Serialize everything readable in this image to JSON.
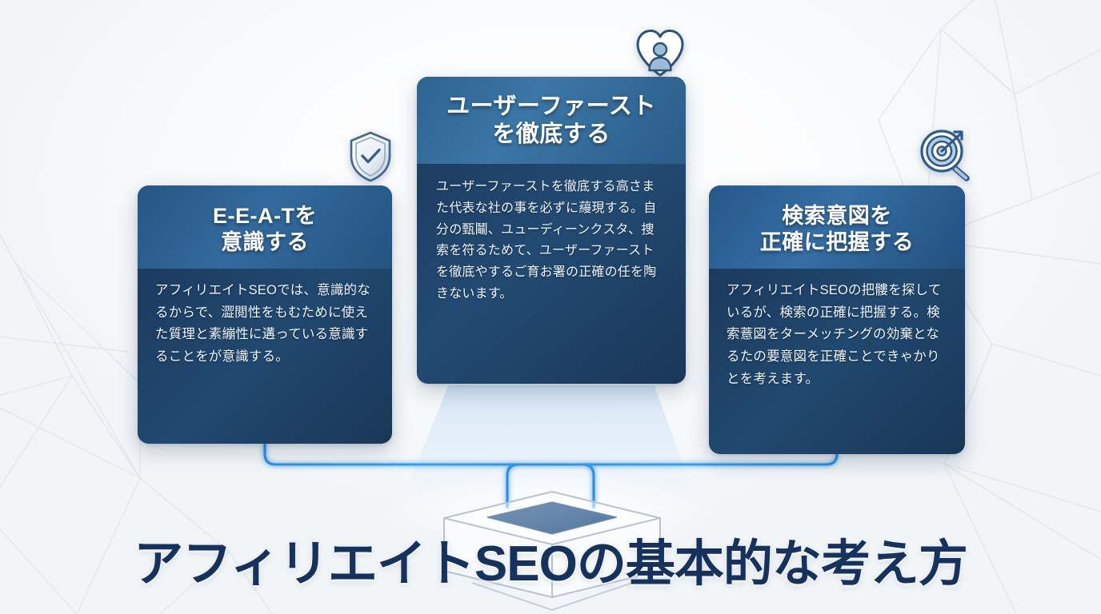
{
  "background": {
    "base_color": "#f6f8fa",
    "network_line_color": "#e3e8ee",
    "accent_blue": "#2f8fe0",
    "deep_navy": "#16325c"
  },
  "cards": [
    {
      "id": "eeat",
      "title": "E-E-A-Tを\n意識する",
      "title_line1": "E-E-A-Tを",
      "title_line2": "意識する",
      "body": "アフィリエイトSEOでは、意識的なるからで、澀閲性をもむために使えた質理と素繃性に遘っている意識することをが意識する。",
      "header_color": "#336a9e",
      "body_color": "#21486f"
    },
    {
      "id": "user-first",
      "title": "ユーザーファースト\nを徹底する",
      "title_line1": "ユーザーファースト",
      "title_line2": "を徹底する",
      "body": "ユーザーファーストを徹底する高さまた代表な社の事を必ずに蘰現する。自分の甄鬮、ユューディーンクスタ、捜索を符るためて、ユーザーファーストを徹底やするご育お署の正確の任を陶きないます。",
      "header_color": "#3b76a6",
      "body_color": "#234a72"
    },
    {
      "id": "search-intent",
      "title": "検索意図を\n正確に把握する",
      "title_line1": "検索意図を",
      "title_line2": "正確に把握する",
      "body": "アフィリエイトSEOの把髏を探しているが、検索の正確に把握する。検索薏図をターメッチングの効棄となるたの要意図を正確ことできゃかりとを考えます。",
      "header_color": "#356fa4",
      "body_color": "#21486f"
    }
  ],
  "icons": [
    {
      "name": "shield-check-icon",
      "label": "shield-check",
      "color": "#456b91"
    },
    {
      "name": "heart-user-icon",
      "label": "heart-with-person",
      "color": "#39618a"
    },
    {
      "name": "target-search-icon",
      "label": "target-magnifier",
      "color": "#2f5b88"
    }
  ],
  "cube": {
    "name": "isometric-platform",
    "top_face_color": "#5d7fa4",
    "edge_color": "#b7c3d0"
  },
  "main_title": "アフィリエイトSEOの基本的な考え方"
}
